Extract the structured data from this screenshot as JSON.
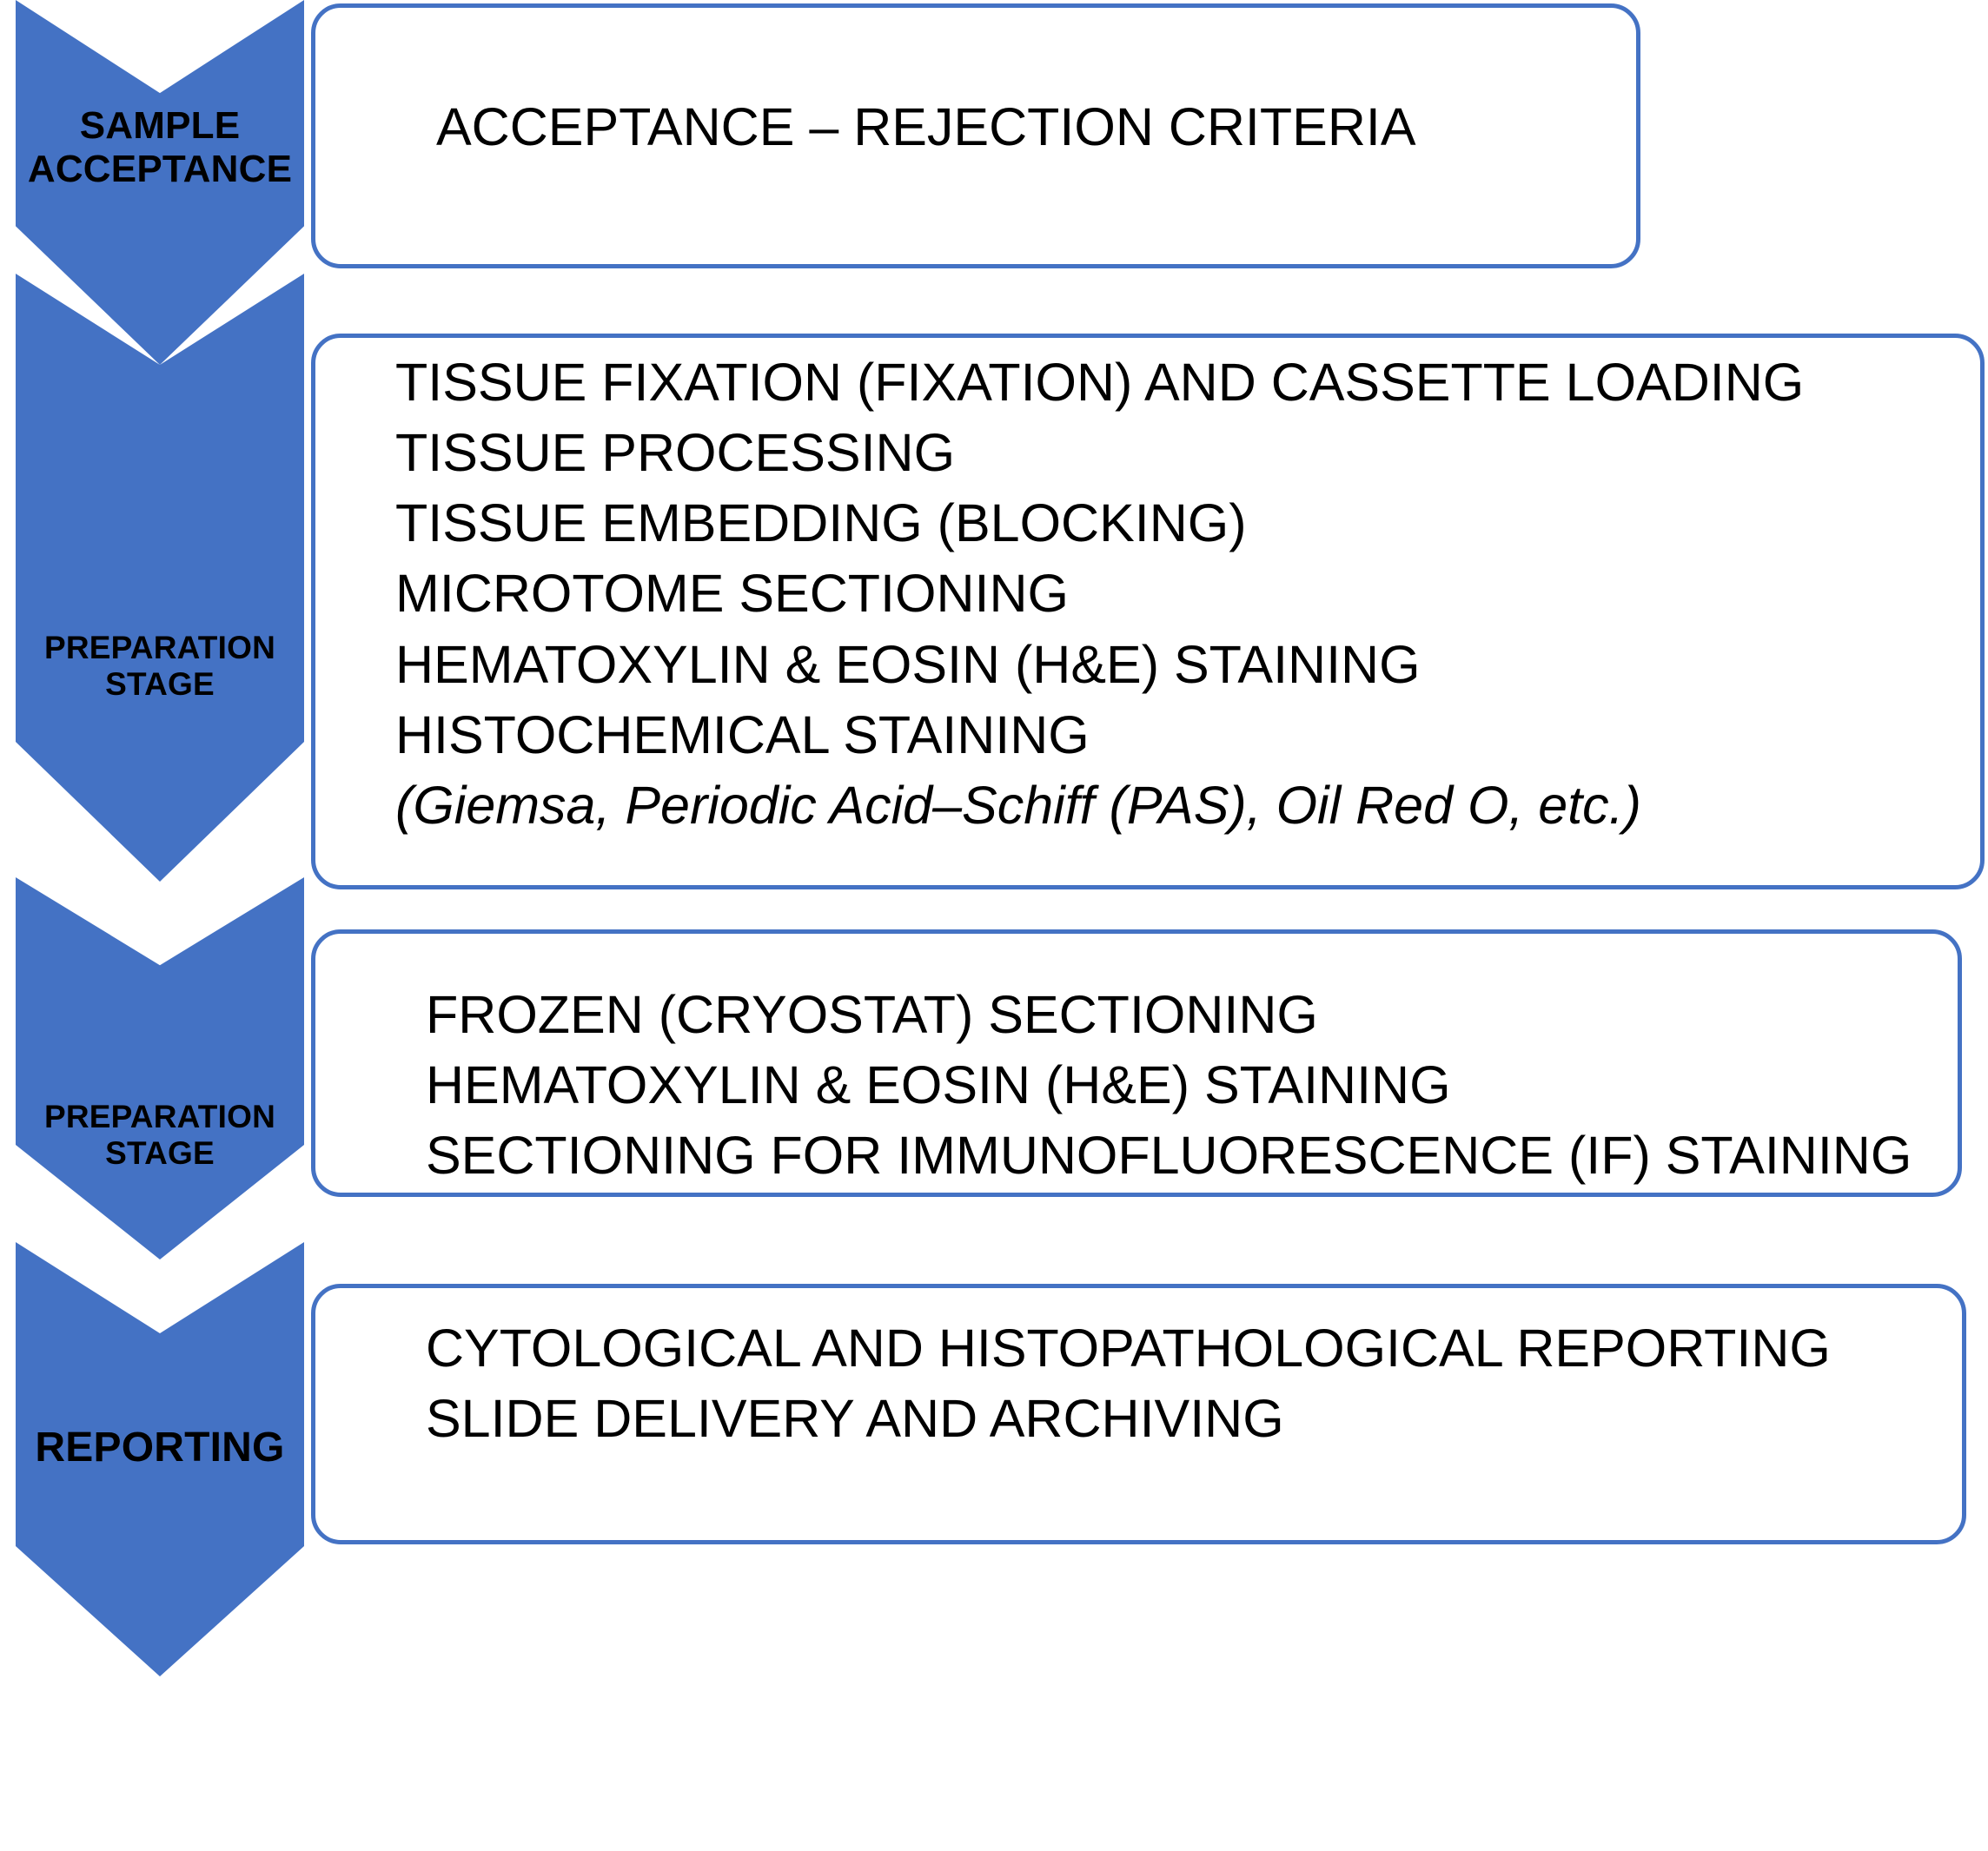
{
  "theme": {
    "accent_blue": "#4472C4",
    "text_color": "#000000",
    "background": "#ffffff"
  },
  "diagram": {
    "type": "process-flow-chevron",
    "title_visible": false,
    "stages": [
      {
        "id": "sample-acceptance",
        "chevron_label": "SAMPLE\nACCEPTANCE",
        "box_lines": [
          {
            "text": "ACCEPTANCE – REJECTION CRITERIA",
            "italic": false
          }
        ]
      },
      {
        "id": "preparation-stage-1",
        "chevron_label": "PREPARATION\nSTAGE",
        "box_lines": [
          {
            "text": "TISSUE FIXATION (FIXATION) AND CASSETTE LOADING",
            "italic": false
          },
          {
            "text": "TISSUE PROCESSING",
            "italic": false
          },
          {
            "text": "TISSUE EMBEDDING (BLOCKING)",
            "italic": false
          },
          {
            "text": "MICROTOME SECTIONING",
            "italic": false
          },
          {
            "text": "HEMATOXYLIN & EOSIN (H&E) STAINING",
            "italic": false
          },
          {
            "text": " HISTOCHEMICAL STAINING",
            "italic": false
          },
          {
            "text": "(Giemsa, Periodic Acid–Schiff (PAS), Oil Red O, etc.)",
            "italic": true
          }
        ]
      },
      {
        "id": "preparation-stage-2",
        "chevron_label": "PREPARATION\nSTAGE",
        "box_lines": [
          {
            "text": "FROZEN (CRYOSTAT) SECTIONING",
            "italic": false
          },
          {
            "text": "HEMATOXYLIN & EOSIN (H&E) STAINING",
            "italic": false
          },
          {
            "text": "SECTIONING FOR IMMUNOFLUORESCENCE (IF) STAINING",
            "italic": false
          }
        ]
      },
      {
        "id": "reporting",
        "chevron_label": "REPORTING",
        "box_lines": [
          {
            "text": "CYTOLOGICAL AND HISTOPATHOLOGICAL REPORTING",
            "italic": false
          },
          {
            "text": "SLIDE DELIVERY AND ARCHIVING",
            "italic": false
          }
        ]
      }
    ]
  }
}
